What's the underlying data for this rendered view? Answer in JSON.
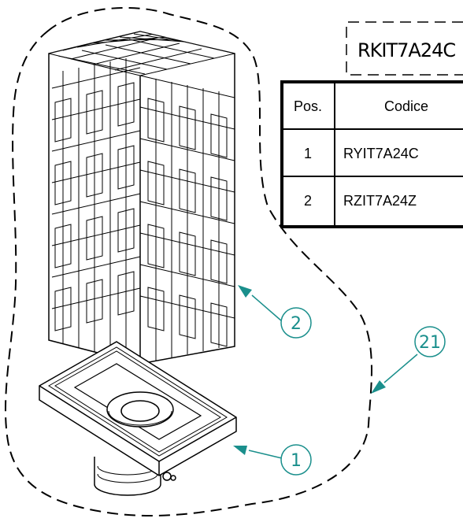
{
  "kit_code": "RKIT7A24C",
  "table": {
    "headers": [
      "Pos.",
      "Codice"
    ],
    "rows": [
      {
        "pos": "1",
        "code": "RYIT7A24C"
      },
      {
        "pos": "2",
        "code": "RZIT7A24Z"
      }
    ]
  },
  "balloons": {
    "part_1": "1",
    "part_2": "2",
    "kit": "21"
  },
  "colors": {
    "line": "#000000",
    "balloon": "#1a8f8c"
  }
}
